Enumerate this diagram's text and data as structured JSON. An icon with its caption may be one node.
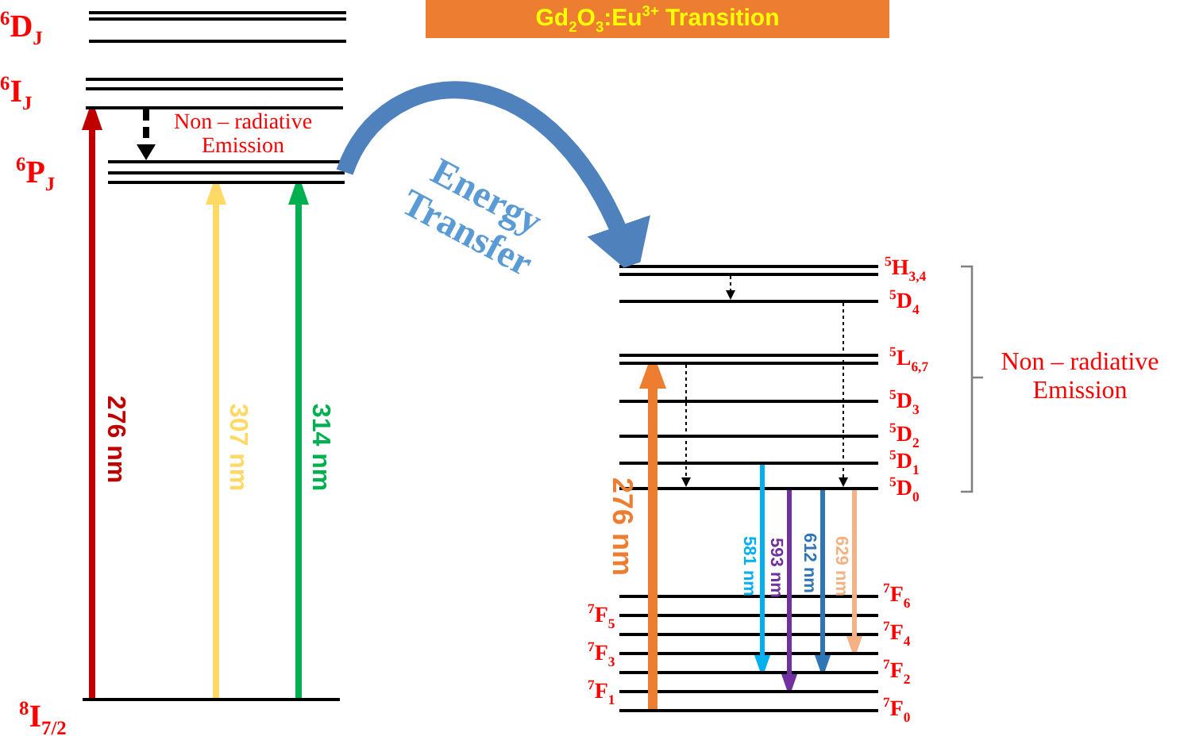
{
  "diagram": {
    "title": "Gd$_{2}$O$_{3}$:Eu$^{3+}$ Transition",
    "nodes": [
      {
        "text": [],
        "shape": "bar",
        "beside": [
          "$^{6}$D$_{J}$"
        ]
      },
      {
        "text": [],
        "shape": "bar",
        "beside": [
          "$^{6}$I$_{J}$"
        ]
      },
      {
        "text": [],
        "shape": "bar",
        "beside": [
          "$^{6}$P$_{J}$"
        ]
      },
      {
        "text": [],
        "shape": "bar",
        "beside": [
          "$^{8}$I$_{7/2}$"
        ]
      },
      {
        "text": [],
        "shape": "bar",
        "beside": [
          "$^{5}$H$_{3,4}$"
        ]
      },
      {
        "text": [],
        "shape": "bar",
        "beside": [
          "$^{5}$D$_{4}$"
        ]
      },
      {
        "text": [],
        "shape": "bar",
        "beside": [
          "$^{5}$L$_{6,7}$"
        ]
      },
      {
        "text": [],
        "shape": "bar",
        "beside": [
          "$^{5}$D$_{3}$"
        ]
      },
      {
        "text": [],
        "shape": "bar",
        "beside": [
          "$^{5}$D$_{2}$"
        ]
      },
      {
        "text": [],
        "shape": "bar",
        "beside": [
          "$^{5}$D$_{1}$"
        ]
      },
      {
        "text": [],
        "shape": "bar",
        "beside": [
          "$^{5}$D$_{0}$"
        ]
      },
      {
        "text": [],
        "shape": "bar",
        "beside": [
          "$^{7}$F$_{6}$"
        ]
      },
      {
        "text": [],
        "shape": "bar",
        "beside": [
          "$^{7}$F$_{5}$"
        ]
      },
      {
        "text": [],
        "shape": "bar",
        "beside": [
          "$^{7}$F$_{4}$"
        ]
      },
      {
        "text": [],
        "shape": "bar",
        "beside": [
          "$^{7}$F$_{3}$"
        ]
      },
      {
        "text": [],
        "shape": "bar",
        "beside": [
          "$^{7}$F$_{2}$"
        ]
      },
      {
        "text": [],
        "shape": "bar",
        "beside": [
          "$^{7}$F$_{1}$"
        ]
      },
      {
        "text": [],
        "shape": "bar",
        "beside": [
          "$^{7}$F$_{0}$"
        ]
      }
    ],
    "edges": [
      {
        "from": 3,
        "to": 1,
        "arrow": "to",
        "label": "276 nm",
        "color": "#c00000"
      },
      {
        "from": 3,
        "to": 2,
        "arrow": "to",
        "label": "307 nm",
        "color": "#ffd966"
      },
      {
        "from": 3,
        "to": 2,
        "arrow": "to",
        "label": "314 nm",
        "color": "#00b050"
      },
      {
        "from": 1,
        "to": 2,
        "arrow": "to",
        "label": "Non – radiative Emission",
        "style": "dashed"
      },
      {
        "from": 2,
        "to": 4,
        "arrow": "to",
        "label": "Energy Transfer",
        "style": "thick",
        "color": "#4f81bd"
      },
      {
        "from": 17,
        "to": 6,
        "arrow": "to",
        "label": "276 nm",
        "style": "thick",
        "color": "#ed7d31"
      },
      {
        "from": 4,
        "to": 5,
        "arrow": "to",
        "style": "dashed"
      },
      {
        "from": 5,
        "to": 10,
        "arrow": "to",
        "style": "dashed"
      },
      {
        "from": 6,
        "to": 10,
        "arrow": "to",
        "style": "dashed"
      },
      {
        "from": 9,
        "to": 15,
        "arrow": "to",
        "label": "581 nm",
        "color": "#00b0f0"
      },
      {
        "from": 10,
        "to": 16,
        "arrow": "to",
        "label": "593 nm",
        "color": "#7030a0"
      },
      {
        "from": 10,
        "to": 15,
        "arrow": "to",
        "label": "612 nm",
        "color": "#2e75b6"
      },
      {
        "from": 10,
        "to": 14,
        "arrow": "to",
        "label": "629 nm",
        "color": "#f4b183"
      }
    ],
    "labels": [
      "Non – radiative Emission"
    ]
  }
}
